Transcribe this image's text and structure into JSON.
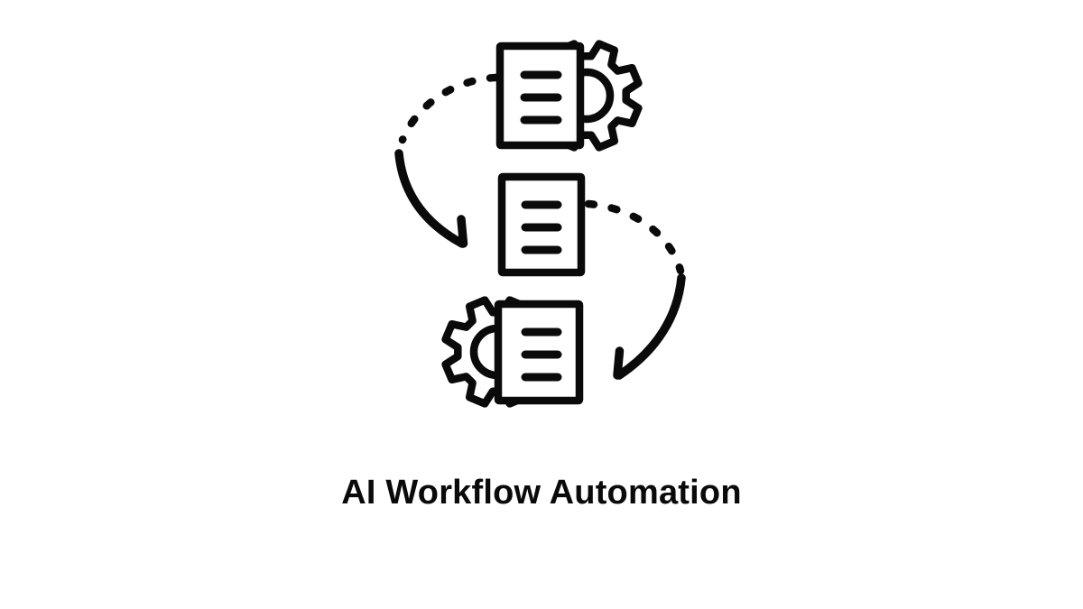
{
  "title": "AI Workflow Automation",
  "colors": {
    "ink": "#0a0a0a",
    "background": "#ffffff"
  },
  "illustration": {
    "name": "workflow-cycle-illustration",
    "icons": [
      {
        "id": "top",
        "label": "document-with-gear-right",
        "lines": 3
      },
      {
        "id": "middle",
        "label": "document",
        "lines": 3
      },
      {
        "id": "bottom",
        "label": "document-with-gear-left",
        "lines": 3
      }
    ],
    "connectors": [
      {
        "from": "top-document",
        "to": "middle-document",
        "style": "dashed-curved-arrow",
        "side": "left"
      },
      {
        "from": "middle-document",
        "to": "bottom-document",
        "style": "dashed-curved-arrow",
        "side": "right"
      }
    ]
  }
}
